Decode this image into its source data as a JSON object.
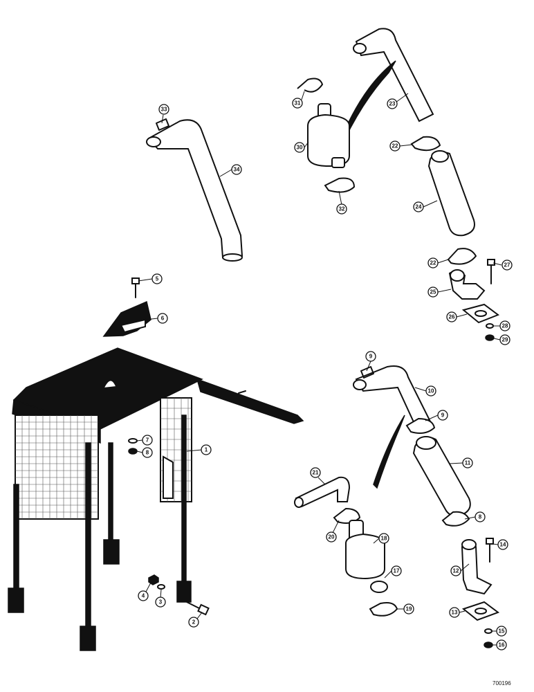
{
  "diagram": {
    "reference_code": "700196",
    "callouts": [
      {
        "label": "1"
      },
      {
        "label": "2"
      },
      {
        "label": "3"
      },
      {
        "label": "4"
      },
      {
        "label": "5"
      },
      {
        "label": "6"
      },
      {
        "label": "7"
      },
      {
        "label": "8"
      },
      {
        "label": "9"
      },
      {
        "label": "10"
      },
      {
        "label": "9"
      },
      {
        "label": "11"
      },
      {
        "label": "8"
      },
      {
        "label": "12"
      },
      {
        "label": "13"
      },
      {
        "label": "14"
      },
      {
        "label": "15"
      },
      {
        "label": "16"
      },
      {
        "label": "17"
      },
      {
        "label": "18"
      },
      {
        "label": "19"
      },
      {
        "label": "20"
      },
      {
        "label": "21"
      },
      {
        "label": "22"
      },
      {
        "label": "22"
      },
      {
        "label": "23"
      },
      {
        "label": "24"
      },
      {
        "label": "25"
      },
      {
        "label": "26"
      },
      {
        "label": "27"
      },
      {
        "label": "28"
      },
      {
        "label": "29"
      },
      {
        "label": "30"
      },
      {
        "label": "31"
      },
      {
        "label": "32"
      },
      {
        "label": "33"
      },
      {
        "label": "34"
      }
    ]
  }
}
